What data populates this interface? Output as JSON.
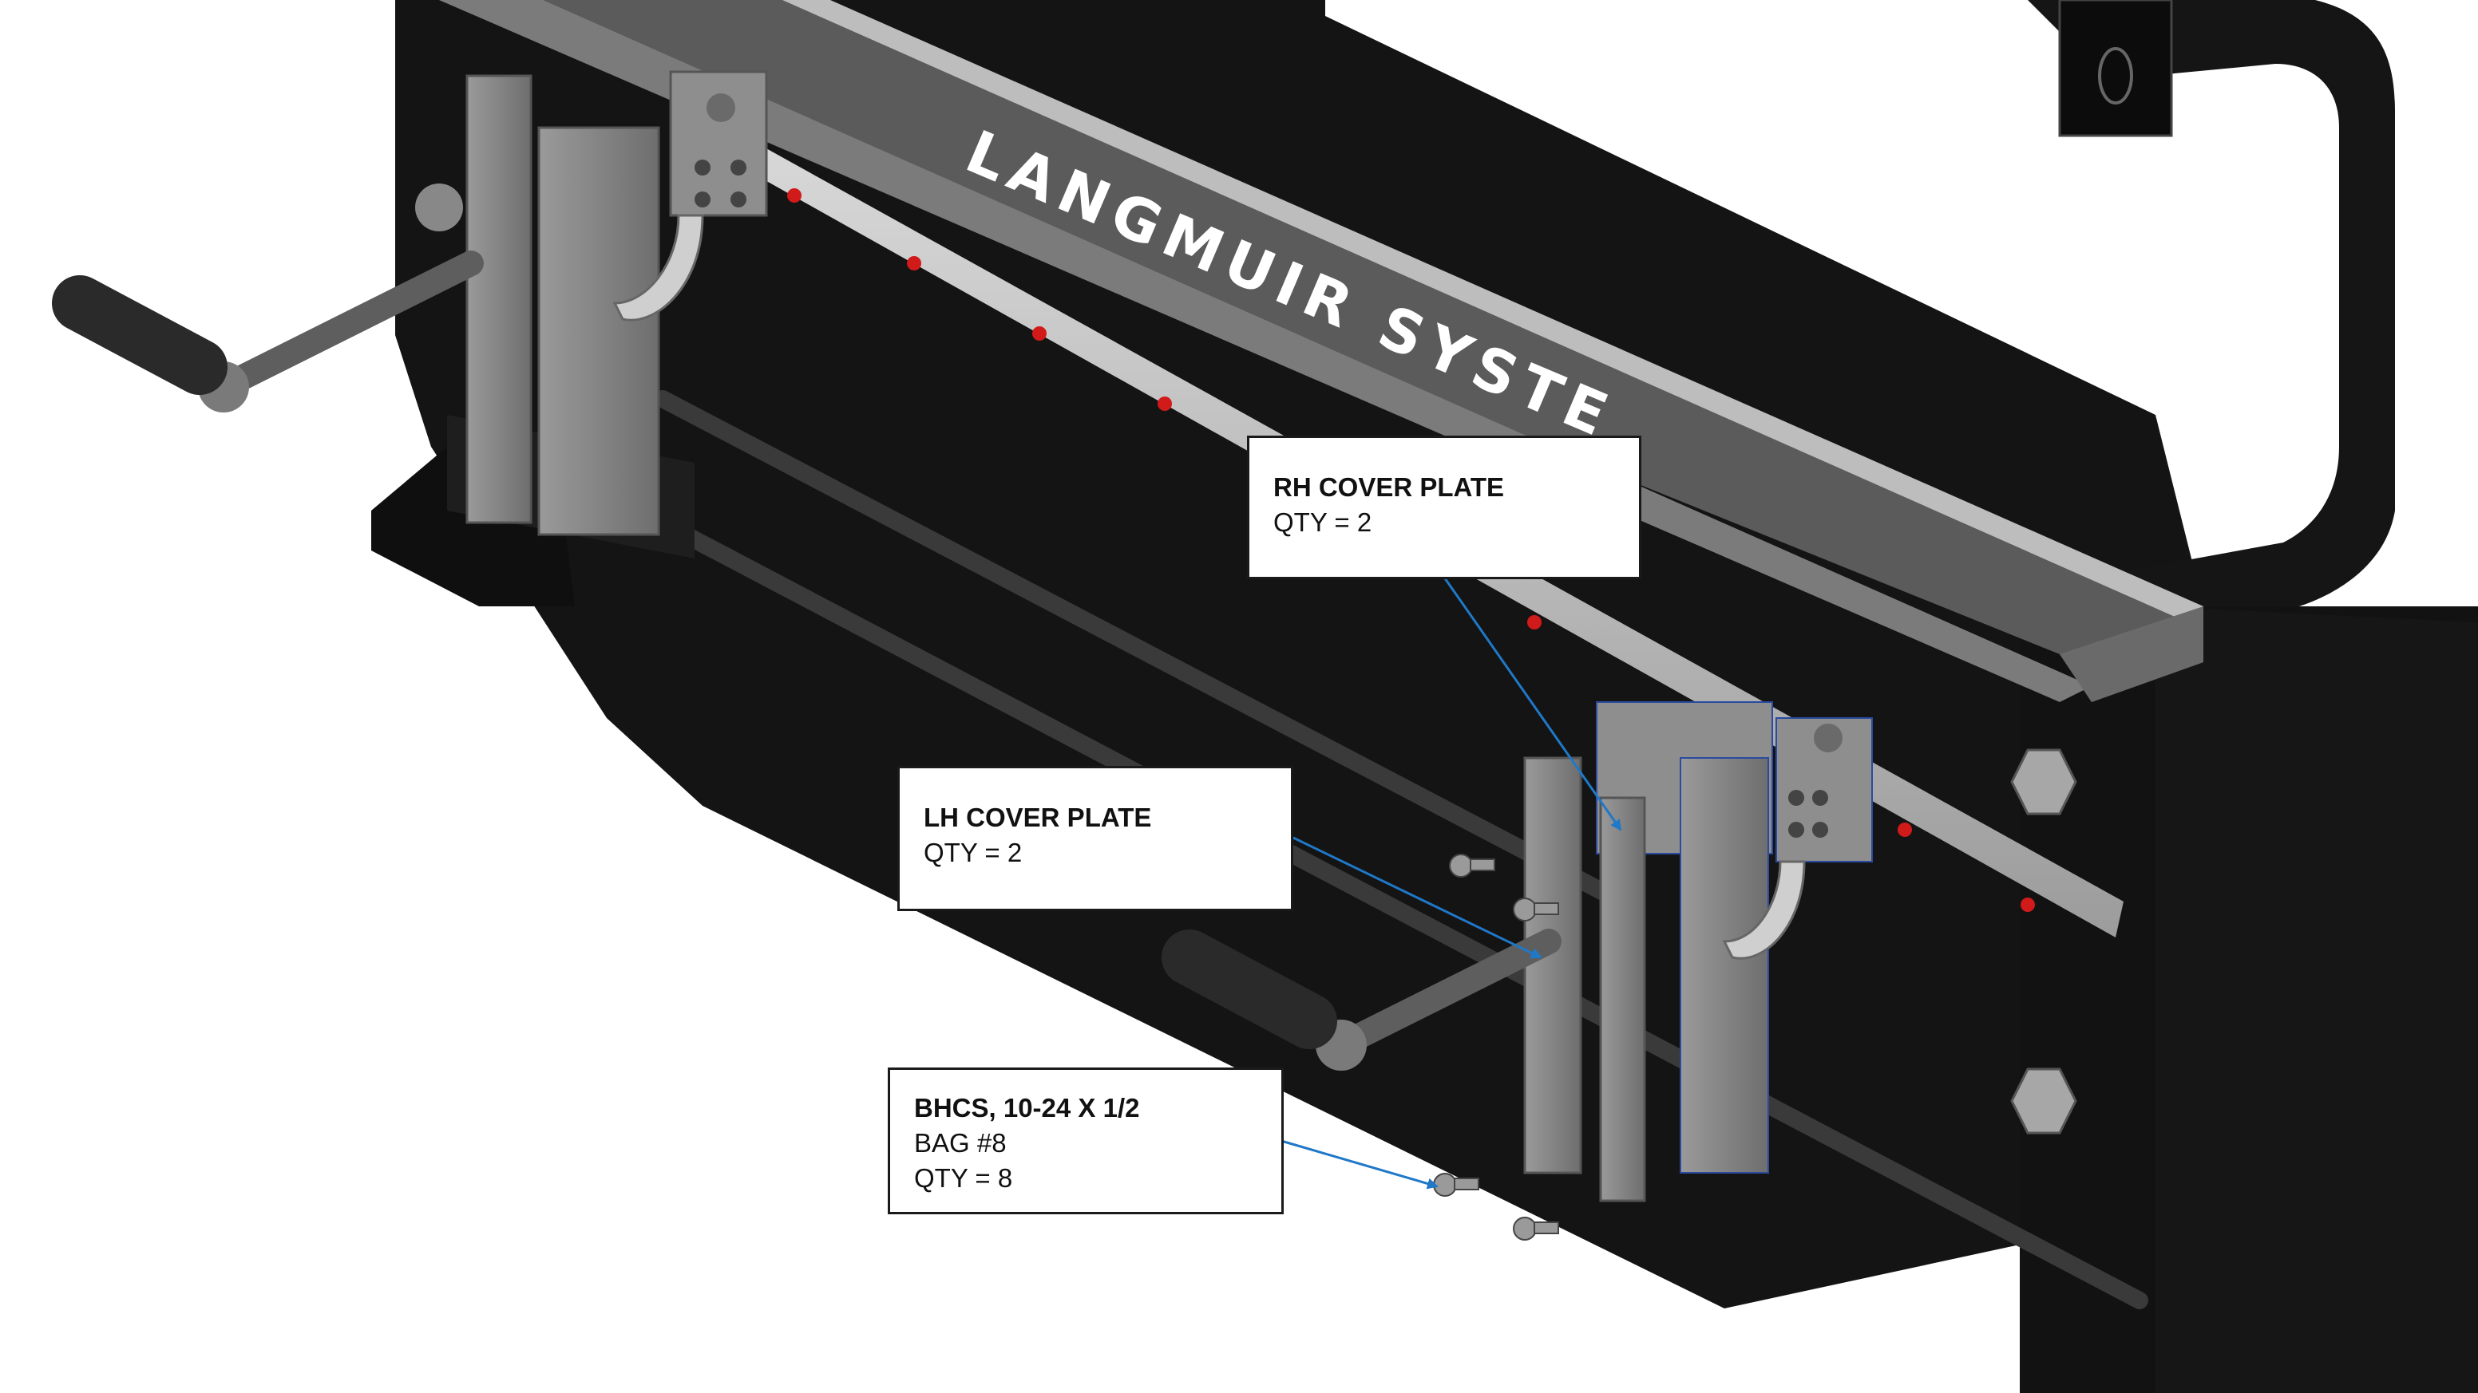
{
  "brand": {
    "machine_text": "LANGMUIR SYSTE"
  },
  "callouts": {
    "rh_cover_plate": {
      "title": "RH COVER PLATE",
      "qty": "QTY = 2"
    },
    "lh_cover_plate": {
      "title": "LH COVER PLATE",
      "qty": "QTY = 2"
    },
    "bhcs": {
      "title": "BHCS, 10-24 X 1/2",
      "bag": "BAG #8",
      "qty": "QTY = 8"
    }
  },
  "colors": {
    "machine_body": "#141414",
    "steel_part": "#8a8a8a",
    "rail": "#b9b9b9",
    "rail_marker": "#d11a1a",
    "leader_arrow": "#1f78c8",
    "handle_grip": "#2a2a2a"
  }
}
